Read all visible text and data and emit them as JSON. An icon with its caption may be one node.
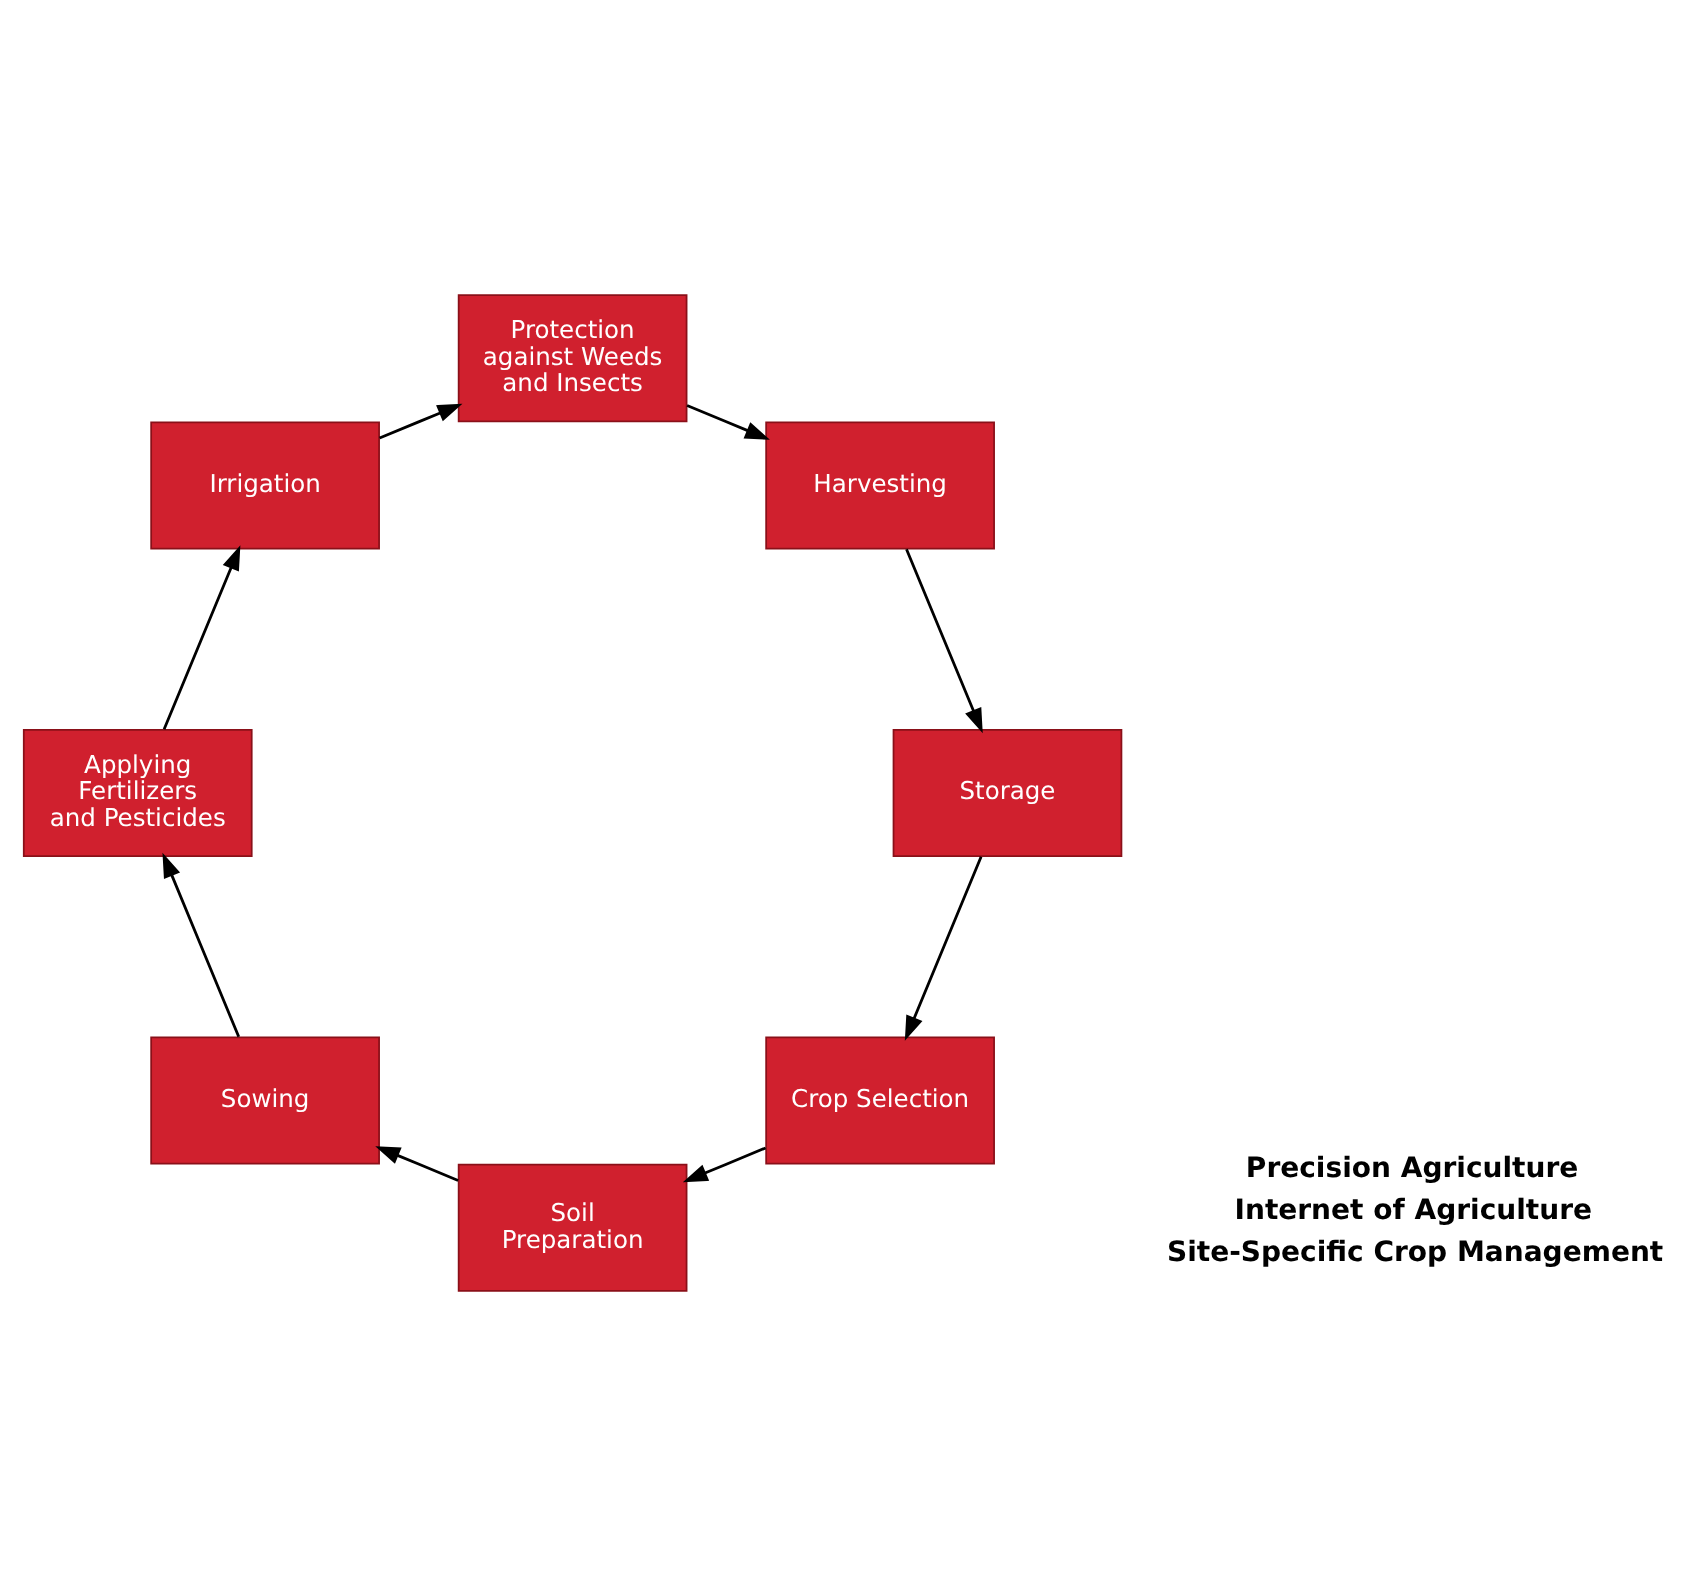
{
  "diagram": {
    "nodes": [
      {
        "text": [
          "Crop Selection"
        ]
      },
      {
        "text": [
          "Soil Preparation"
        ]
      },
      {
        "text": [
          "Sowing"
        ]
      },
      {
        "text": [
          "Applying Fertilizers and Pesticides"
        ]
      },
      {
        "text": [
          "Irrigation"
        ]
      },
      {
        "text": [
          "Protection against Weeds and Insects"
        ]
      },
      {
        "text": [
          "Harvesting"
        ]
      },
      {
        "text": [
          "Storage"
        ]
      }
    ],
    "edges": [
      {
        "from": 0,
        "to": 1,
        "arrow": "to"
      },
      {
        "from": 1,
        "to": 2,
        "arrow": "to"
      },
      {
        "from": 2,
        "to": 3,
        "arrow": "to"
      },
      {
        "from": 3,
        "to": 4,
        "arrow": "to"
      },
      {
        "from": 4,
        "to": 5,
        "arrow": "to"
      },
      {
        "from": 5,
        "to": 6,
        "arrow": "to"
      },
      {
        "from": 6,
        "to": 7,
        "arrow": "to"
      },
      {
        "from": 7,
        "to": 0,
        "arrow": "to"
      }
    ],
    "labels": [
      "Precision Agriculture",
      "Internet of Agriculture",
      "Site-Specific Crop Management"
    ]
  }
}
